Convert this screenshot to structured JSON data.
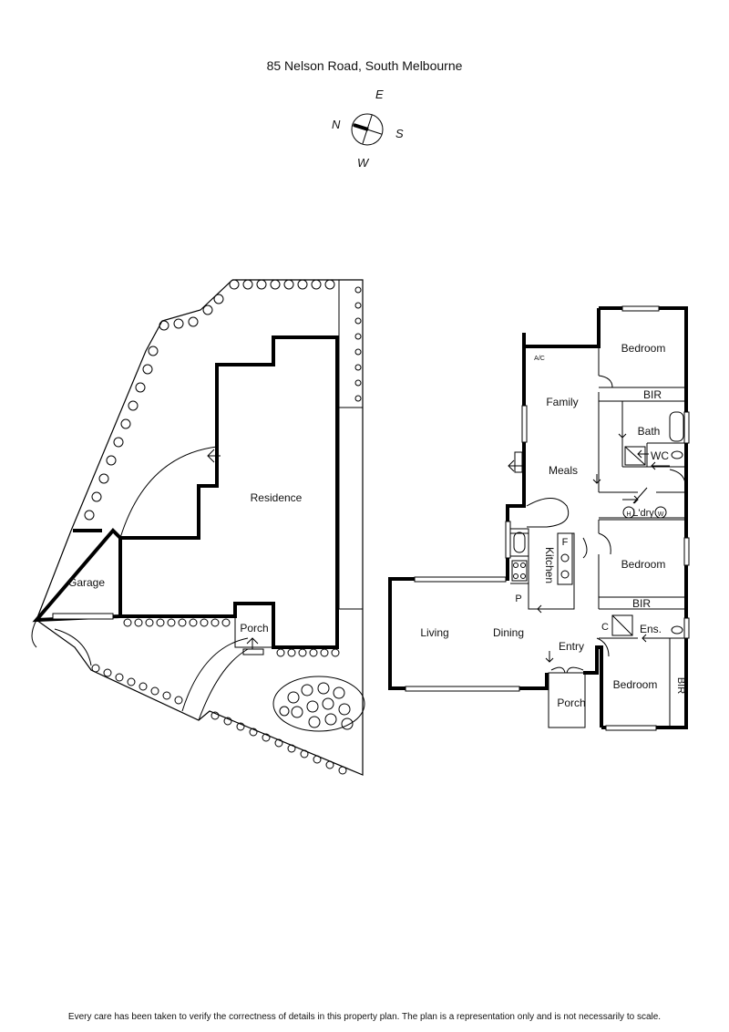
{
  "title": "85 Nelson Road, South Melbourne",
  "compass": {
    "n": "N",
    "e": "E",
    "s": "S",
    "w": "W"
  },
  "site_plan": {
    "residence": "Residence",
    "garage": "Garage",
    "porch": "Porch"
  },
  "floor_plan": {
    "rooms": {
      "bedroom_1": "Bedroom",
      "bir_1": "BIR",
      "bath": "Bath",
      "wc": "WC",
      "family": "Family",
      "meals": "Meals",
      "ac": "A/C",
      "laundry": "L'dry",
      "laundry_h": "H",
      "laundry_w": "W",
      "kitchen": "Kitchen",
      "fridge": "F",
      "pantry": "P",
      "bedroom_2": "Bedroom",
      "bir_2": "BIR",
      "cupboard": "C",
      "ensuite": "Ens.",
      "living": "Living",
      "dining": "Dining",
      "entry": "Entry",
      "porch": "Porch",
      "bedroom_3": "Bedroom",
      "bir_3": "BIR"
    }
  },
  "disclaimer": "Every care has been taken to verify the correctness of details in this property plan. The plan is a representation only and is not necessarily to scale."
}
